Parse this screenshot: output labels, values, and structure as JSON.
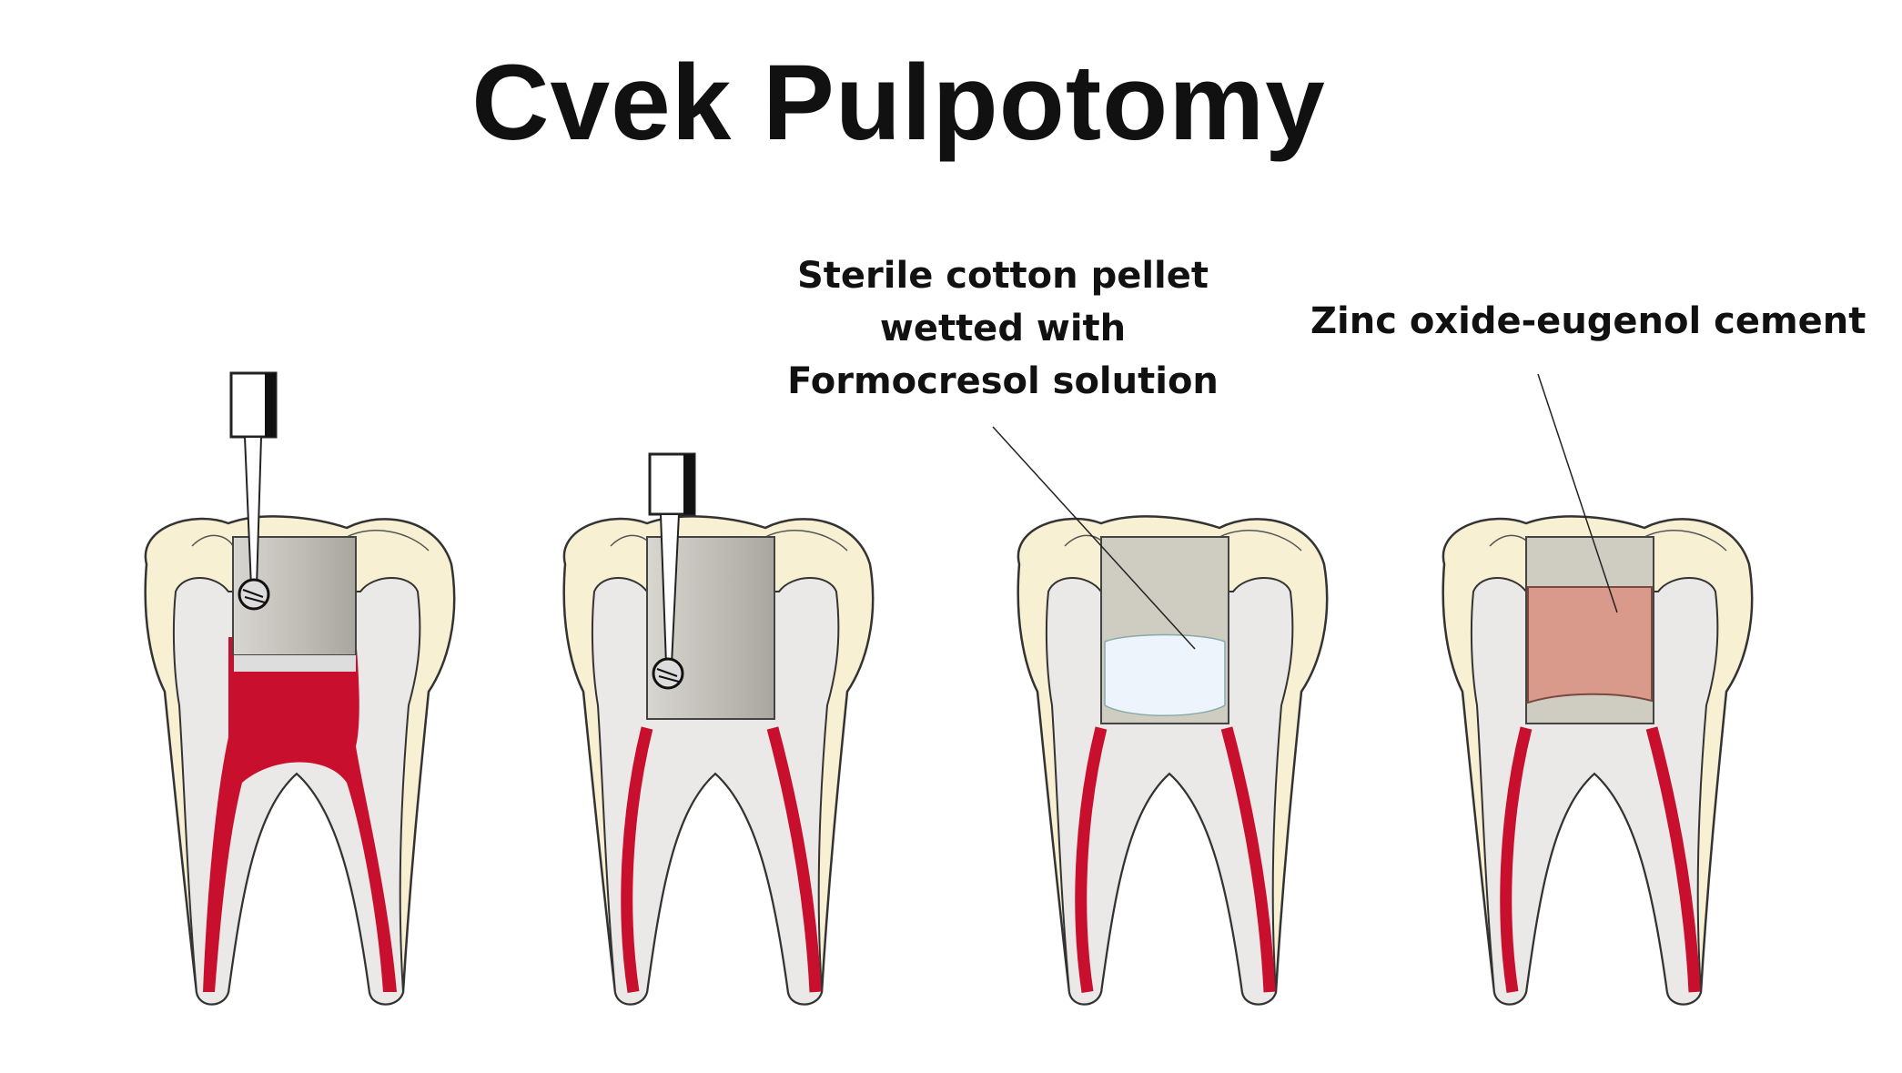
{
  "title": "Cvek Pulpotomy",
  "labels": {
    "pellet": [
      "Sterile cotton pellet",
      "wetted with",
      "Formocresol solution"
    ],
    "zoe": "Zinc oxide-eugenol cement"
  },
  "colors": {
    "enamel": "#f7f0d2",
    "dentin": "#ebe8e8",
    "pulp": "#c8102e",
    "cavity": "#c9c7bd",
    "cotton": "#eef4fb",
    "cement": "#d99a8c"
  }
}
